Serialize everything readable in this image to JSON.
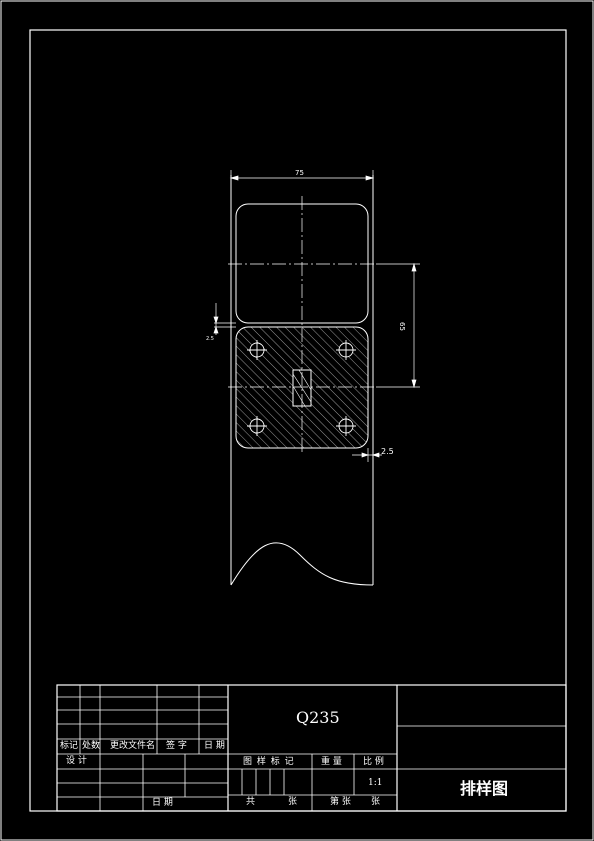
{
  "drawing": {
    "dimensions": {
      "width": "75",
      "pitch": "65",
      "gap": "2.5",
      "small": "2.5"
    }
  },
  "title_block": {
    "material": "Q235",
    "drawing_title": "排样图",
    "scale": "1:1",
    "headers": {
      "mark": "标记",
      "count": "处数",
      "change_doc": "更改文件名",
      "signature": "签 字",
      "date": "日 期",
      "design": "设 计",
      "date2": "日 期",
      "drawing_mark": "图 样 标 记",
      "weight": "重 量",
      "ratio": "比 例",
      "total": "共",
      "sheets": "张",
      "nth": "第 张",
      "sheet2": "张"
    }
  }
}
